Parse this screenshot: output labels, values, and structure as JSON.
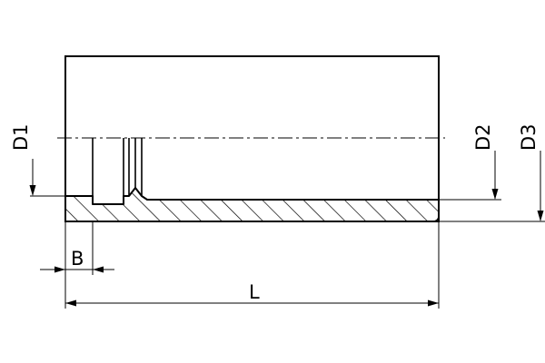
{
  "dimensions": {
    "D1": "D1",
    "D2": "D2",
    "D3": "D3",
    "B": "B",
    "L": "L"
  },
  "colors": {
    "line": "#000000",
    "background": "#ffffff"
  }
}
